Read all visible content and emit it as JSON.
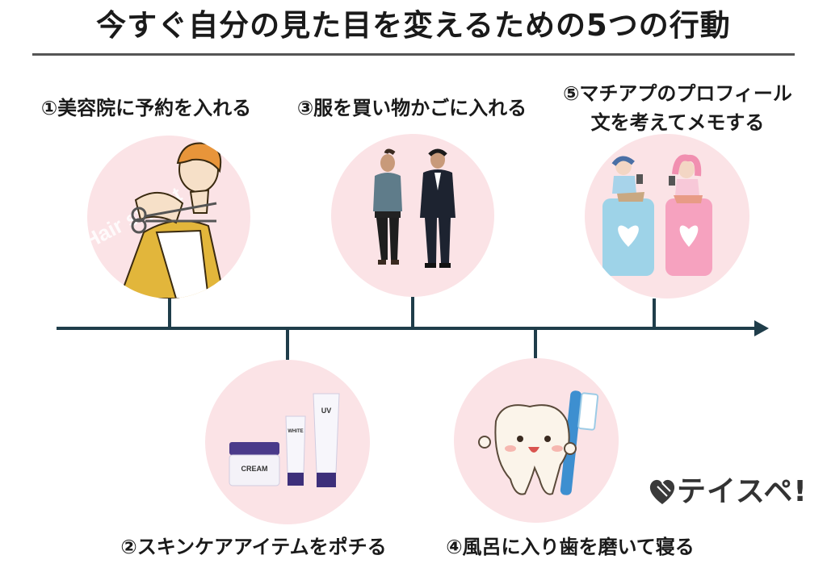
{
  "title": "今すぐ自分の見た目を変えるための5つの行動",
  "colors": {
    "timeline": "#1f3d4a",
    "circle": "#fbe3e6",
    "rule": "#555555"
  },
  "steps": [
    {
      "label": "①美容院に予約を入れる",
      "illustration": "hairstylist-scissors",
      "watermark": "Hair stylist"
    },
    {
      "label": "②スキンケアアイテムをポチる",
      "illustration": "skincare-products",
      "products": [
        "CREAM",
        "WHITE",
        "UV"
      ]
    },
    {
      "label": "③服を買い物かごに入れる",
      "illustration": "two-men-outfits"
    },
    {
      "label": "④風呂に入り歯を磨いて寝る",
      "illustration": "tooth-with-toothbrush"
    },
    {
      "label_line1": "⑤マチアプのプロフィール",
      "label_line2": "文を考えてメモする",
      "illustration": "couple-on-phones"
    }
  ],
  "logo": {
    "text": "テイスペ!",
    "icon": "heart-logo-icon"
  }
}
